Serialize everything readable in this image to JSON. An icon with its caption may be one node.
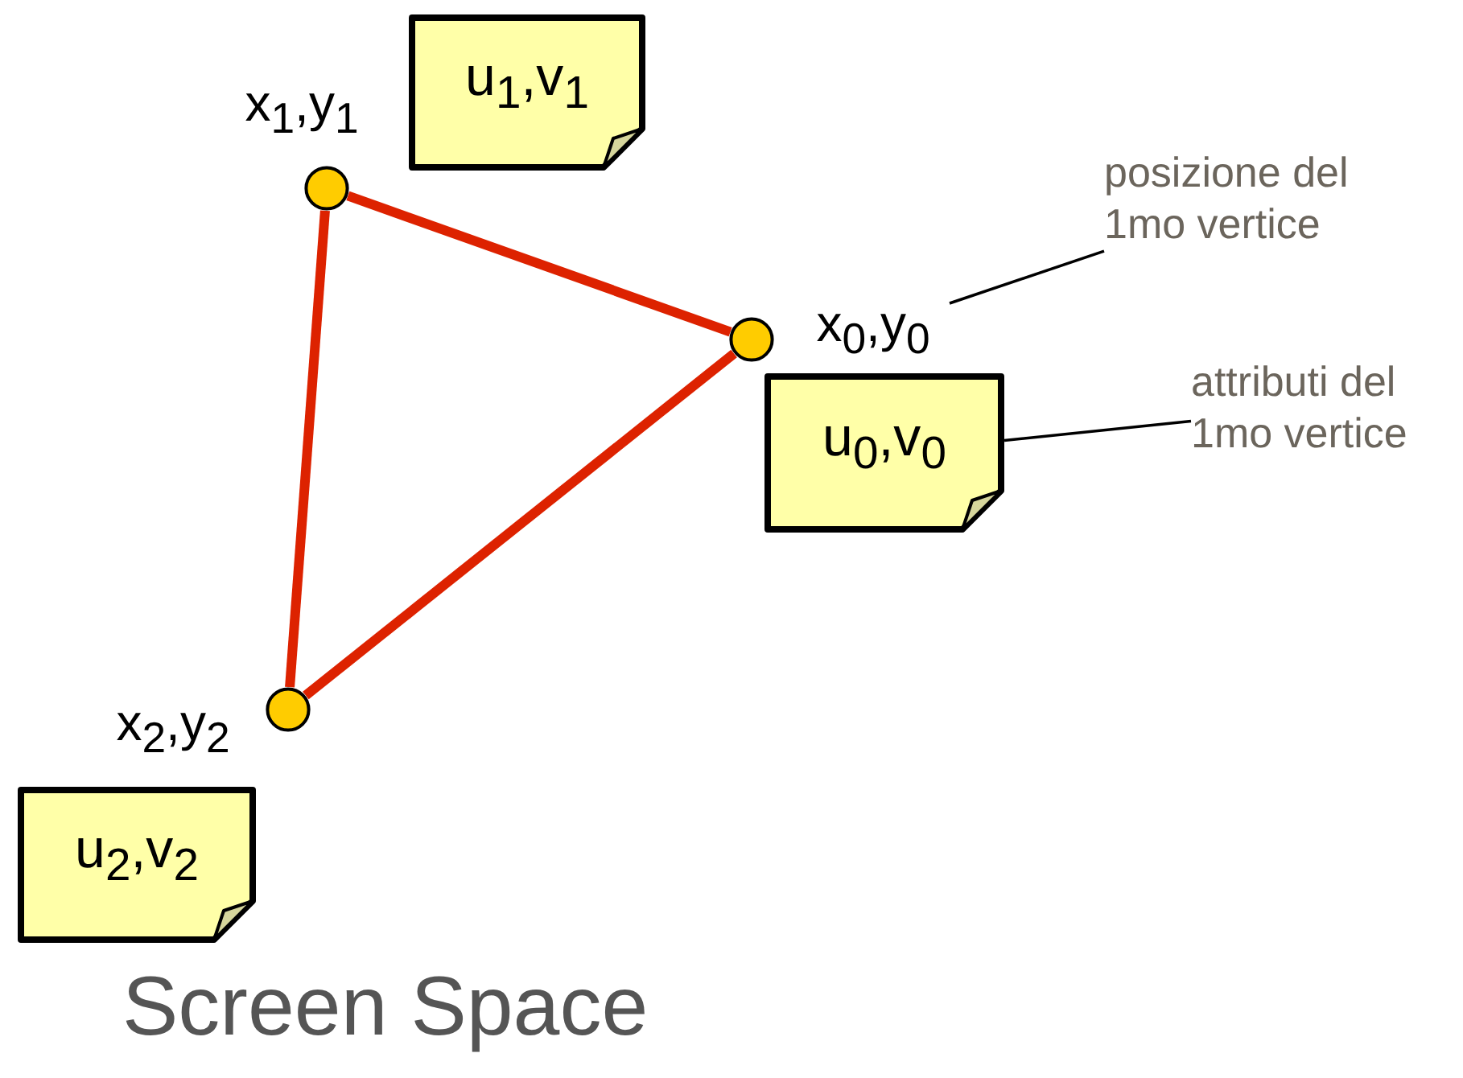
{
  "diagram": {
    "caption": "Screen Space",
    "nodes": [
      {
        "text": [
          "posizione del 1mo vertice"
        ]
      },
      {
        "text": [
          "attributi del 1mo vertice"
        ]
      },
      {
        "text": [
          "x$_{1}$,y$_{1}$"
        ]
      },
      {
        "text": [],
        "shape": "circle"
      },
      {
        "text": [
          "u$_{1}$,v$_{1}$"
        ]
      },
      {
        "text": [
          "x$_{0}$,y$_{0}$"
        ]
      },
      {
        "text": [],
        "shape": "circle"
      },
      {
        "text": [
          "u$_{0}$,v$_{0}$"
        ]
      },
      {
        "text": [
          "x$_{2}$,y$_{2}$"
        ]
      },
      {
        "text": [],
        "shape": "circle"
      },
      {
        "text": [
          "u$_{2}$,v$_{2}$"
        ]
      }
    ],
    "edges": [
      {
        "from": 3,
        "to": 6,
        "arrow": "none"
      },
      {
        "from": 6,
        "to": 9,
        "arrow": "none"
      },
      {
        "from": 9,
        "to": 3,
        "arrow": "none"
      },
      {
        "from": 0,
        "to": 5,
        "arrow": "none",
        "color": "#000000"
      },
      {
        "from": 1,
        "to": 7,
        "arrow": "none",
        "color": "#000000"
      }
    ]
  }
}
